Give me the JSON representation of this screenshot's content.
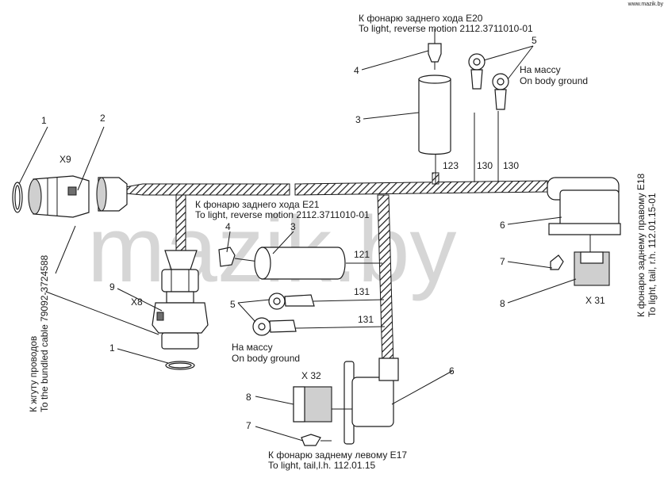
{
  "watermark": {
    "text": "mazik.by",
    "url": "www.mazik.by"
  },
  "callouts": {
    "c1_top": "1",
    "c2_top": "2",
    "c3_top": "3",
    "c4_top": "4",
    "c5_top": "5",
    "c6_right": "6",
    "c7_right": "7",
    "c8_right": "8",
    "c4_mid": "4",
    "c3_mid": "3",
    "c9": "9",
    "c5_mid": "5",
    "c1_bottom": "1",
    "c6_bottom": "6",
    "c8_bottom": "8",
    "c7_bottom": "7"
  },
  "connectors": {
    "x9": "X9",
    "x8": "X8",
    "x31": "X 31",
    "x32": "X 32"
  },
  "wires": {
    "w123": "123",
    "w130a": "130",
    "w130b": "130",
    "w121": "121",
    "w131a": "131",
    "w131b": "131"
  },
  "labels": {
    "e20_ru": "К фонарю заднего хода  Е20",
    "e20_en": "To light, reverse motion 2112.3711010-01",
    "ground_top_ru": "На массу",
    "ground_top_en": "On body ground",
    "e21_ru": "К фонарю заднего хода  Е21",
    "e21_en": "To light, reverse motion 2112.3711010-01",
    "ground_mid_ru": "На массу",
    "ground_mid_en": "On body ground",
    "e17_ru": "К фонарю заднему левому  Е17",
    "e17_en": "To light, tail,l.h. 112.01.15",
    "e18_ru": "К фонарю заднему правому   Е18",
    "e18_en": "To light, tail, r.h. 112.01.15-01",
    "bundle_ru": "К жгуту проводов",
    "bundle_en": "To the bundled cable 79092-3724588"
  }
}
